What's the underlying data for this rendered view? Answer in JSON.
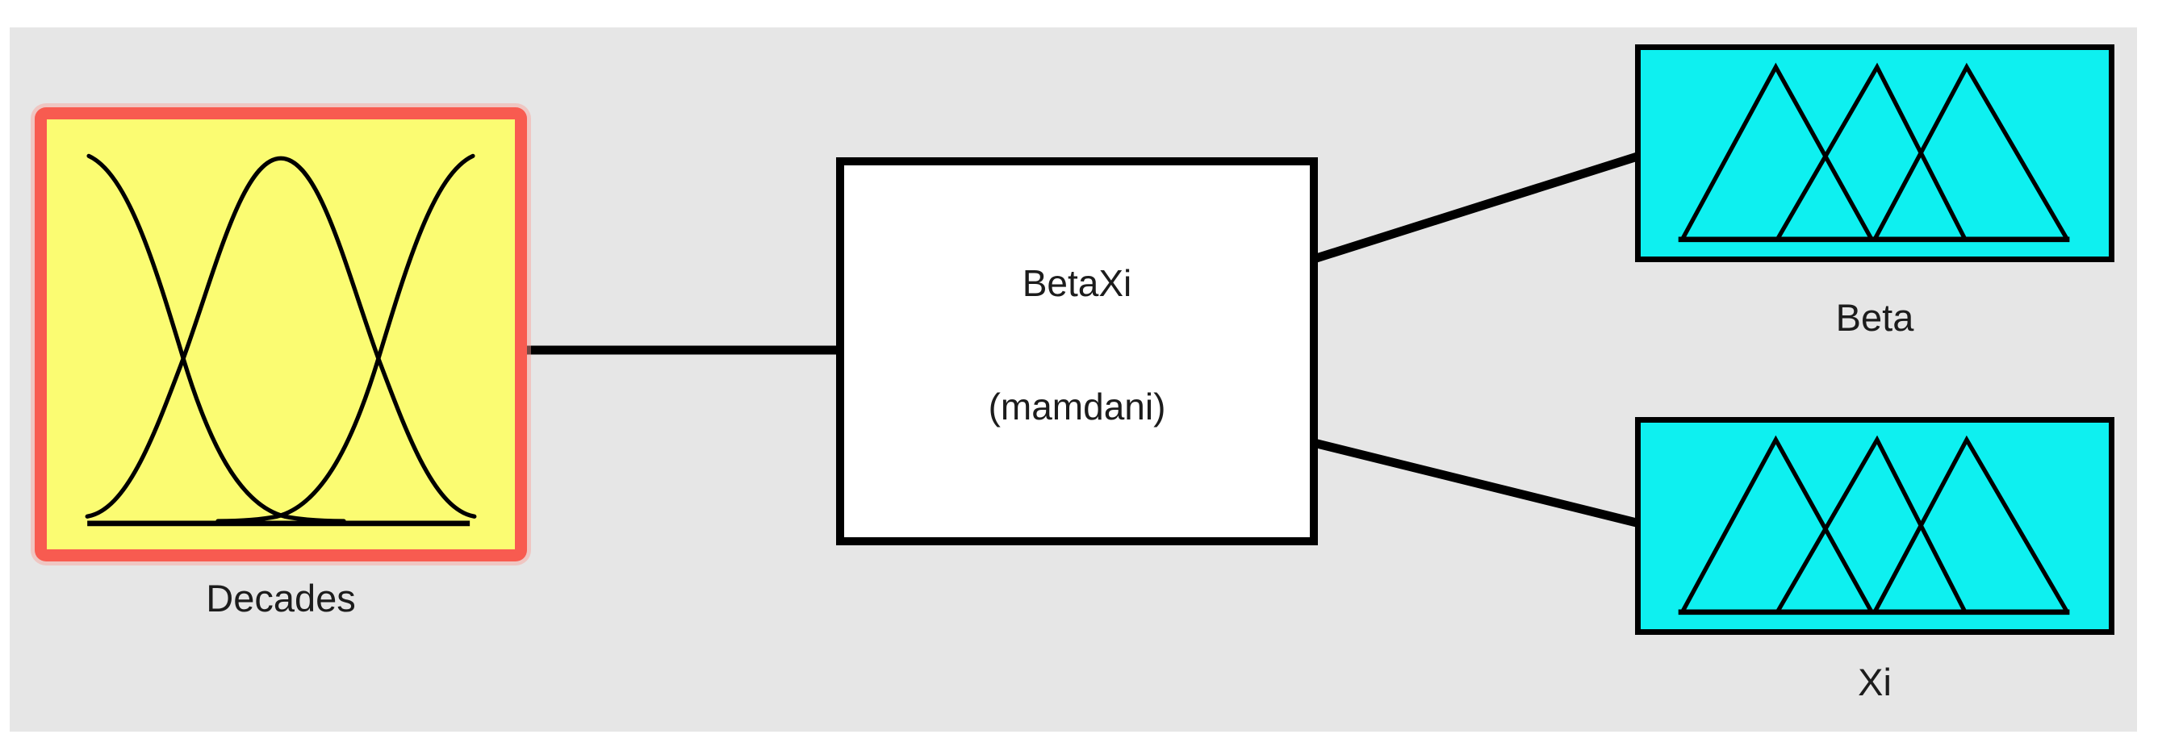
{
  "system_node": {
    "name": "BetaXi",
    "inference_type": "(mamdani)"
  },
  "input_node": {
    "label": "Decades",
    "mf_shape": "gaussian",
    "mf_count": 3,
    "selected": true
  },
  "output_nodes": [
    {
      "label": "Beta",
      "mf_shape": "triangular",
      "mf_count": 3
    },
    {
      "label": "Xi",
      "mf_shape": "triangular",
      "mf_count": 3
    }
  ],
  "colors": {
    "page-bg": "#ffffff",
    "panel-bg": "#e6e6e6",
    "input-fill": "#fbfc72",
    "selection-border": "#f85b50",
    "hub-fill": "#ffffff",
    "output-fill": "#0ef0f0",
    "node-border": "#000000",
    "connector": "#000000",
    "mf-stroke": "#000000",
    "label-text": "#1c1c1c"
  }
}
